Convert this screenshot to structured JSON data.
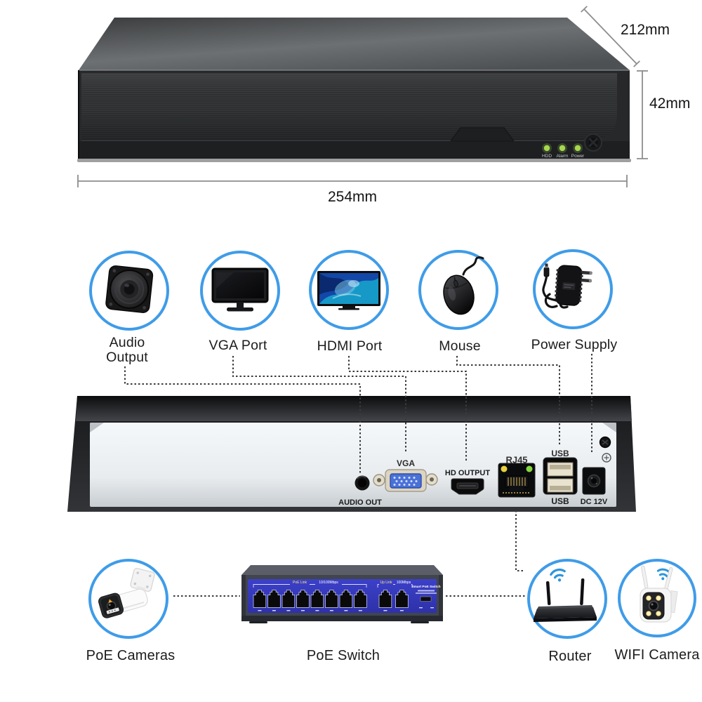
{
  "colors": {
    "circle_blue": "#3f9ce8",
    "wifi_blue": "#2d95dd",
    "led_green": "#a6d84e",
    "switch_blue": "#3c40c8",
    "dotted_line": "#3a3a3a"
  },
  "dimensions": {
    "depth": "212mm",
    "height": "42mm",
    "width": "254mm"
  },
  "front_panel": {
    "leds": [
      {
        "label": "HDD"
      },
      {
        "label": "Alarm"
      },
      {
        "label": "Power"
      }
    ]
  },
  "peripherals_top": [
    {
      "label": "Audio Output",
      "icon": "speaker-icon"
    },
    {
      "label": "VGA Port",
      "icon": "vga-monitor-icon"
    },
    {
      "label": "HDMI Port",
      "icon": "hdmi-tv-icon"
    },
    {
      "label": "Mouse",
      "icon": "mouse-icon"
    },
    {
      "label": "Power Supply",
      "icon": "power-adapter-icon"
    }
  ],
  "rear_panel": {
    "audio_label": "AUDIO OUT",
    "vga_label": "VGA",
    "hdmi_label": "HD OUTPUT",
    "rj45_label": "RJ45",
    "usb_top_label": "USB",
    "usb_bottom_label": "USB",
    "dc_label": "DC 12V"
  },
  "poe_switch": {
    "name": "Smart PoE Switch",
    "poe_group_label": "PoE Link",
    "poe_group_speed": "10/100Mbps",
    "uplink_group_label": "Up Link",
    "uplink_group_speed": "100Mbps"
  },
  "devices_bottom": [
    {
      "label": "PoE Cameras",
      "icon": "poe-camera-icon"
    },
    {
      "label": "PoE Switch",
      "icon": "poe-switch-icon"
    },
    {
      "label": "Router",
      "icon": "router-icon"
    },
    {
      "label": "WIFI Camera",
      "icon": "wifi-camera-icon"
    }
  ]
}
